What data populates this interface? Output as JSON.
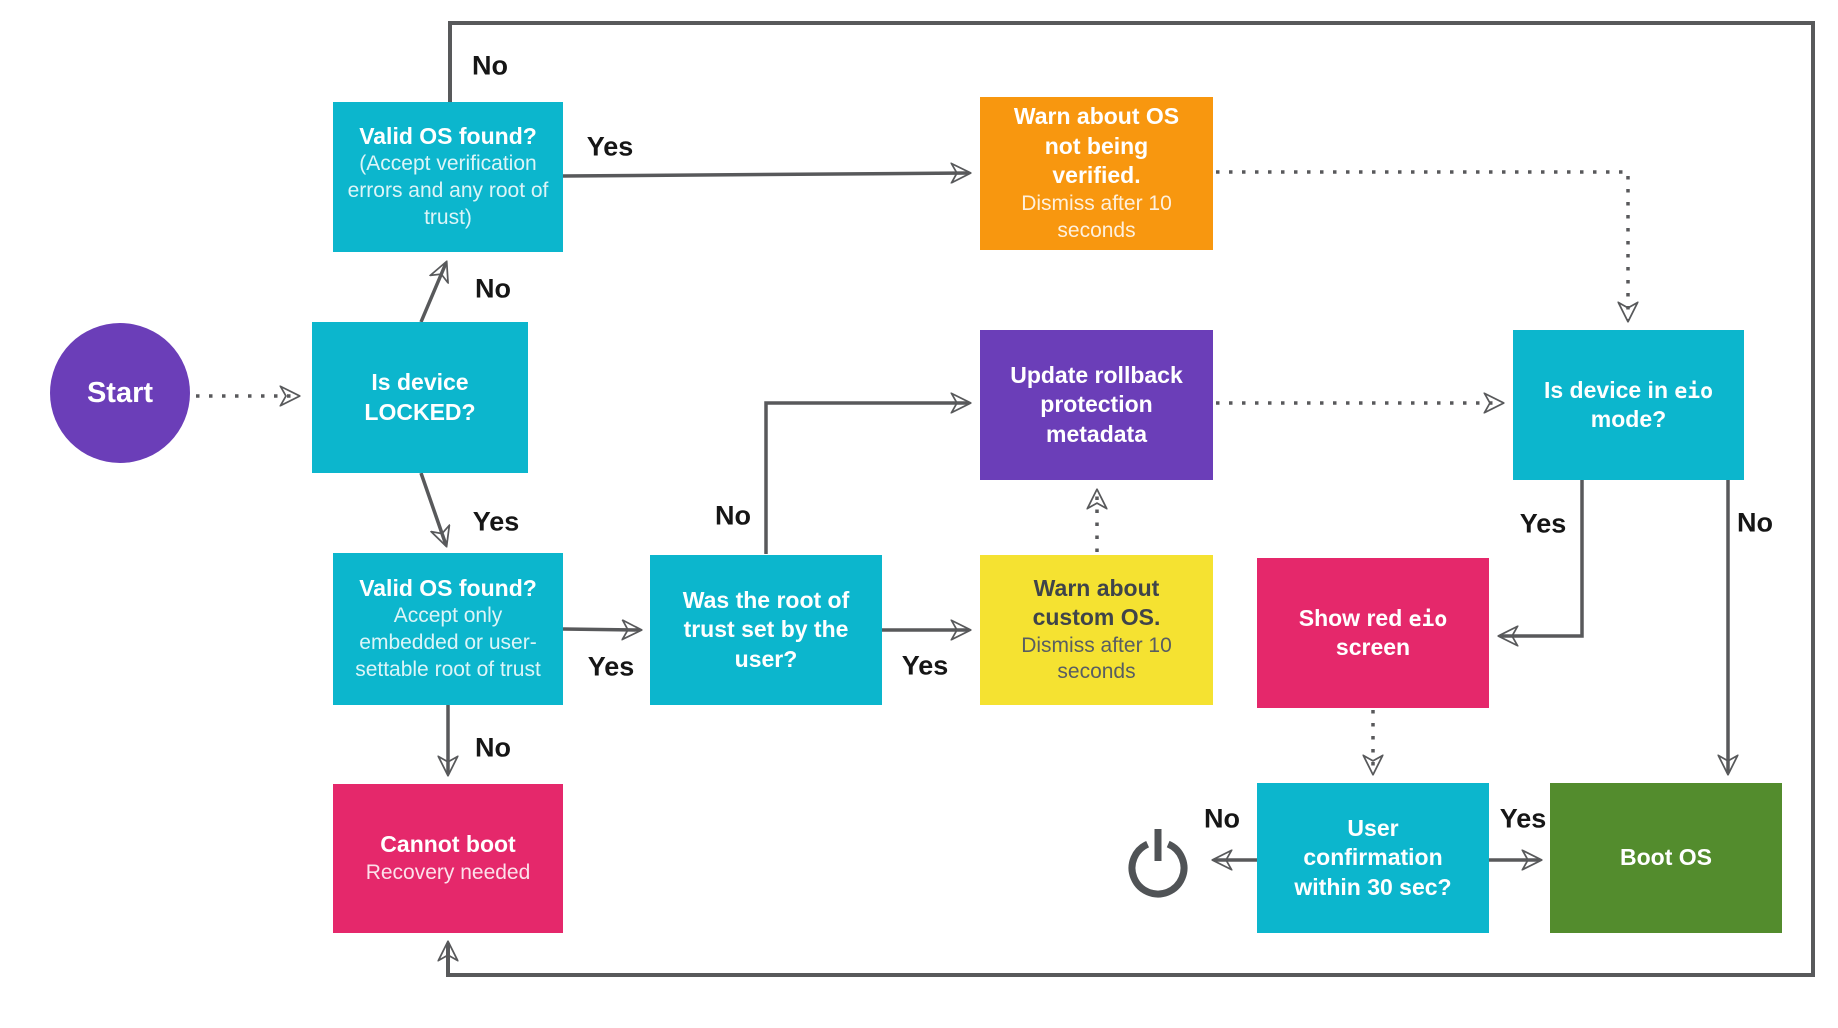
{
  "diagram": {
    "type": "flowchart",
    "background": "#ffffff",
    "line_color": "#58595b",
    "label_color": "#161616"
  },
  "nodes": {
    "start": {
      "label": "Start",
      "color": "#6b3eb8"
    },
    "valid_os_any_root": {
      "title": "Valid OS found?",
      "body": "(Accept verification errors and any root of trust)",
      "color": "#0cb6cd"
    },
    "warn_not_verified": {
      "title": "Warn about OS not being verified.",
      "body": "Dismiss after 10 seconds",
      "color": "#f8970f"
    },
    "is_device_locked": {
      "title": "Is device LOCKED?",
      "color": "#0cb6cd"
    },
    "update_rollback": {
      "title": "Update rollback protection metadata",
      "color": "#6b3eb8"
    },
    "is_eio_mode": {
      "title_pre": "Is device in ",
      "title_mono": "eio",
      "title_post": " mode?",
      "color": "#0cb6cd"
    },
    "valid_os_user_root": {
      "title": "Valid OS found?",
      "body": "Accept only embedded or user-settable root of trust",
      "color": "#0cb6cd"
    },
    "root_of_trust_user": {
      "title": "Was the root of trust set by the user?",
      "color": "#0cb6cd"
    },
    "warn_custom_os": {
      "title": "Warn about custom OS.",
      "body": "Dismiss after 10 seconds",
      "color": "#f5e231",
      "title_color": "#3f444a",
      "body_color": "#585d62"
    },
    "show_red_eio": {
      "title_pre": "Show red ",
      "title_mono": "eio",
      "title_post": " screen",
      "color": "#e5286b"
    },
    "cannot_boot": {
      "title": "Cannot boot",
      "body": "Recovery needed",
      "color": "#e5286b"
    },
    "user_confirmation": {
      "title": "User confirmation within 30 sec?",
      "color": "#0cb6cd"
    },
    "boot_os": {
      "title": "Boot OS",
      "color": "#538c2d"
    }
  },
  "icons": {
    "power": "⏻"
  },
  "edges": [
    {
      "from": "start",
      "to": "is_device_locked",
      "label": "",
      "style": "dotted"
    },
    {
      "from": "is_device_locked",
      "to": "valid_os_any_root",
      "label": "No",
      "style": "solid"
    },
    {
      "from": "valid_os_any_root",
      "to": "warn_not_verified",
      "label": "Yes",
      "style": "solid"
    },
    {
      "from": "valid_os_any_root",
      "to": "cannot_boot",
      "label": "No",
      "style": "solid"
    },
    {
      "from": "warn_not_verified",
      "to": "is_eio_mode",
      "label": "",
      "style": "dotted"
    },
    {
      "from": "is_device_locked",
      "to": "valid_os_user_root",
      "label": "Yes",
      "style": "solid"
    },
    {
      "from": "valid_os_user_root",
      "to": "root_of_trust_user",
      "label": "Yes",
      "style": "solid"
    },
    {
      "from": "valid_os_user_root",
      "to": "cannot_boot",
      "label": "No",
      "style": "solid"
    },
    {
      "from": "root_of_trust_user",
      "to": "update_rollback",
      "label": "No",
      "style": "solid"
    },
    {
      "from": "root_of_trust_user",
      "to": "warn_custom_os",
      "label": "Yes",
      "style": "solid"
    },
    {
      "from": "warn_custom_os",
      "to": "update_rollback",
      "label": "",
      "style": "dotted"
    },
    {
      "from": "update_rollback",
      "to": "is_eio_mode",
      "label": "",
      "style": "dotted"
    },
    {
      "from": "is_eio_mode",
      "to": "show_red_eio",
      "label": "Yes",
      "style": "solid"
    },
    {
      "from": "is_eio_mode",
      "to": "boot_os",
      "label": "No",
      "style": "solid"
    },
    {
      "from": "show_red_eio",
      "to": "user_confirmation",
      "label": "",
      "style": "dotted"
    },
    {
      "from": "user_confirmation",
      "to": "power_off",
      "label": "No",
      "style": "solid"
    },
    {
      "from": "user_confirmation",
      "to": "boot_os",
      "label": "Yes",
      "style": "solid"
    }
  ]
}
